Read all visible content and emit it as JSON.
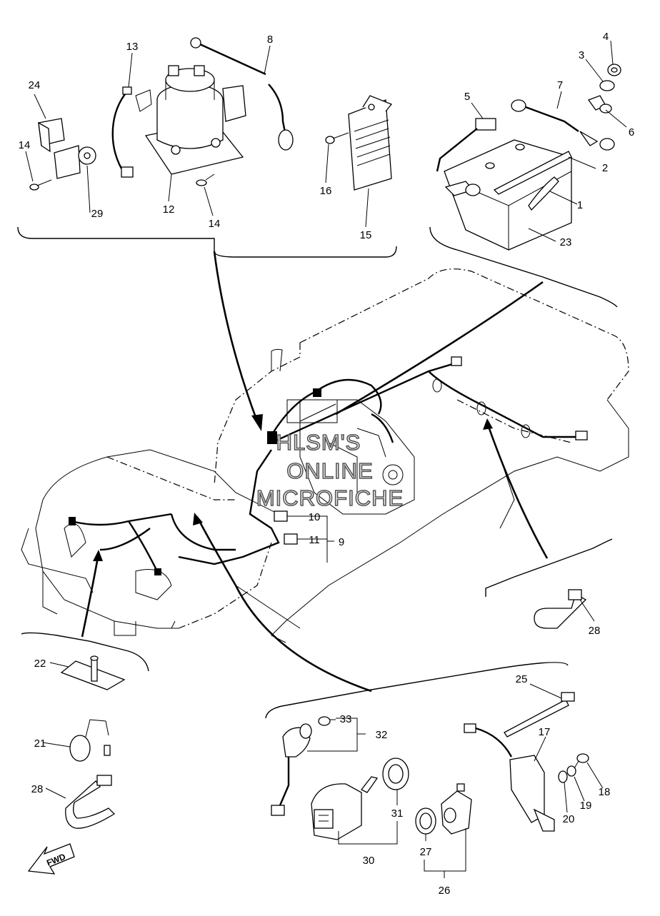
{
  "watermark": {
    "line1": "HLSM'S",
    "line2": "ONLINE",
    "line3": "MICROFICHE"
  },
  "fwd_label": "FWD",
  "callouts": {
    "c1": "1",
    "c2": "2",
    "c3": "3",
    "c4": "4",
    "c5": "5",
    "c6": "6",
    "c7": "7",
    "c8": "8",
    "c9": "9",
    "c10": "10",
    "c11": "11",
    "c12": "12",
    "c13": "13",
    "c14a": "14",
    "c14b": "14",
    "c15": "15",
    "c16": "16",
    "c17": "17",
    "c18": "18",
    "c19": "19",
    "c20": "20",
    "c21": "21",
    "c22": "22",
    "c23": "23",
    "c24": "24",
    "c25": "25",
    "c26": "26",
    "c27": "27",
    "c28a": "28",
    "c28b": "28",
    "c29": "29",
    "c30": "30",
    "c31": "31",
    "c32": "32",
    "c33": "33"
  },
  "colors": {
    "line": "#000000",
    "background": "#ffffff",
    "watermark_outline": "#555555"
  }
}
